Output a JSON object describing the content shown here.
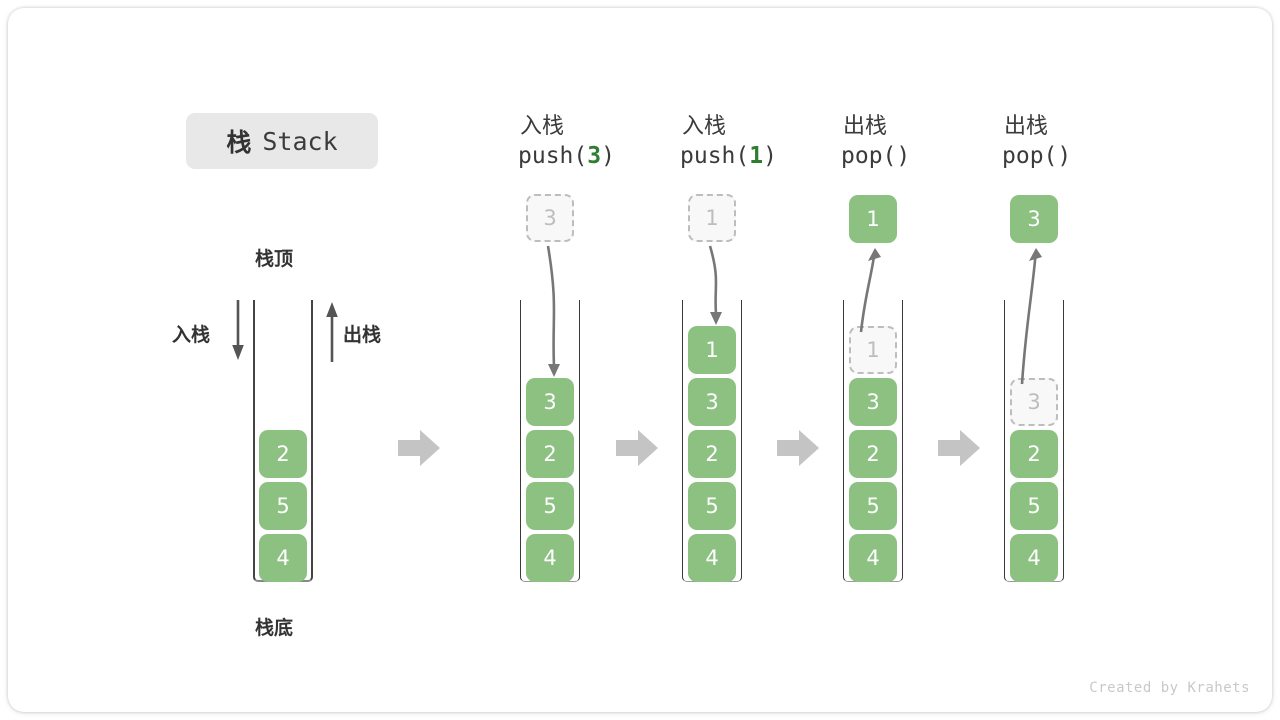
{
  "title": {
    "cn": "栈",
    "en": "Stack"
  },
  "labels": {
    "top": "栈顶",
    "bottom": "栈底",
    "push": "入栈",
    "pop": "出栈"
  },
  "colors": {
    "green": "#8cc182",
    "green_text": "#2e7d32",
    "ghost_border": "#bdbdbd",
    "ghost_fill": "#f8f8f8",
    "flow_arrow": "#c4c4c4",
    "wall": "#3a3a3a",
    "badge_bg": "#e8e8e8"
  },
  "initial_stack": {
    "name": "initial",
    "cells": [
      "2",
      "5",
      "4"
    ]
  },
  "steps": [
    {
      "id": "push-3",
      "op_title": "入栈",
      "code_prefix": "push(",
      "code_value": "3",
      "code_suffix": ")",
      "incoming": {
        "value": "3",
        "style": "ghost"
      },
      "arrow": "down",
      "cells": [
        "3",
        "2",
        "5",
        "4"
      ],
      "ghost_top": null
    },
    {
      "id": "push-1",
      "op_title": "入栈",
      "code_prefix": "push(",
      "code_value": "1",
      "code_suffix": ")",
      "incoming": {
        "value": "1",
        "style": "ghost"
      },
      "arrow": "down",
      "cells": [
        "1",
        "3",
        "2",
        "5",
        "4"
      ],
      "ghost_top": null
    },
    {
      "id": "pop-1",
      "op_title": "出栈",
      "code_prefix": "pop(",
      "code_value": "",
      "code_suffix": ")",
      "incoming": {
        "value": "1",
        "style": "filled"
      },
      "arrow": "up",
      "cells": [
        "3",
        "2",
        "5",
        "4"
      ],
      "ghost_top": "1"
    },
    {
      "id": "pop-3",
      "op_title": "出栈",
      "code_prefix": "pop(",
      "code_value": "",
      "code_suffix": ")",
      "incoming": {
        "value": "3",
        "style": "filled"
      },
      "arrow": "up",
      "cells": [
        "2",
        "5",
        "4"
      ],
      "ghost_top": "3"
    }
  ],
  "credit": "Created by Krahets"
}
